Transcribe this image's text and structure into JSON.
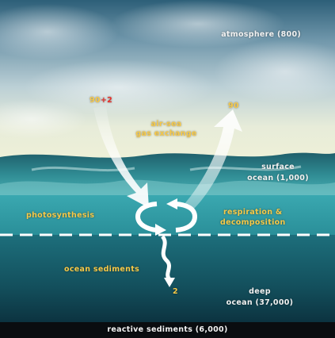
{
  "colors": {
    "flux_numbers": "#f7c948",
    "process_labels": "#f7c948",
    "reservoir_labels": "#f2f2f2",
    "anthropic_increment": "#e8322b",
    "arrows": "#ffffff"
  },
  "reservoirs": {
    "atmosphere": "atmosphere (800)",
    "surface_ocean": [
      "surface",
      "ocean (1,000)"
    ],
    "deep_ocean": [
      "deep",
      "ocean (37,000)"
    ],
    "reactive_sediments": "reactive sediments (6,000)"
  },
  "processes": {
    "air_sea_exchange": [
      "air-sea",
      "gas exchange"
    ],
    "photosynthesis": "photosynthesis",
    "respiration": [
      "respiration &",
      "decomposition"
    ],
    "ocean_sediments": "ocean sediments"
  },
  "fluxes": {
    "downward_base": "90",
    "downward_increment": "+2",
    "upward": "90",
    "to_sediments": "2"
  }
}
